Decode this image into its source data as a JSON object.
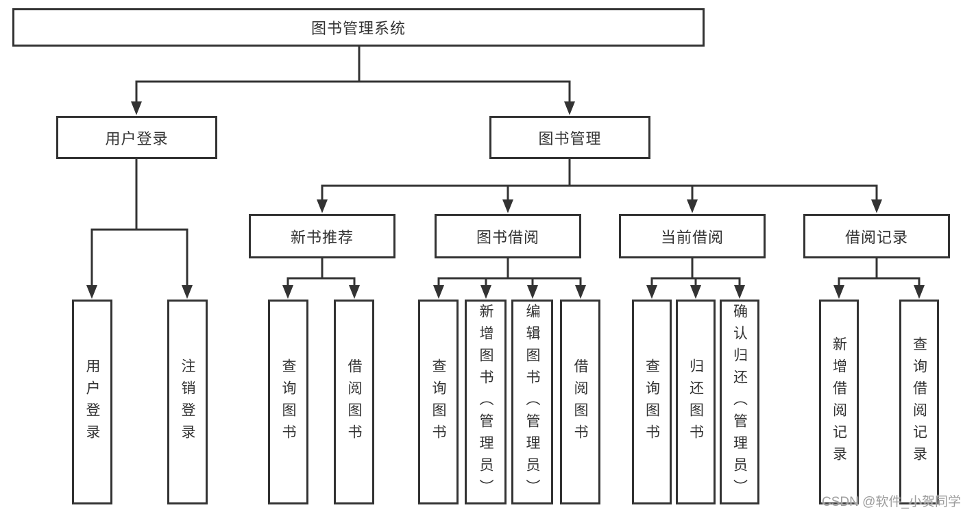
{
  "title": "图书管理系统",
  "watermark": "CSDN @软件_小贺同学",
  "colors": {
    "line": "#333333",
    "text": "#333333",
    "watermark": "#9d9d9d",
    "background": "#ffffff"
  },
  "tree": {
    "root": "图书管理系统",
    "branches": [
      {
        "label": "用户登录",
        "children": [
          "用户登录",
          "注销登录"
        ]
      },
      {
        "label": "图书管理",
        "children": [
          {
            "label": "新书推荐",
            "children": [
              "查询图书",
              "借阅图书"
            ]
          },
          {
            "label": "图书借阅",
            "children": [
              "查询图书",
              "新增图书（管理员）",
              "编辑图书（管理员）",
              "借阅图书"
            ]
          },
          {
            "label": "当前借阅",
            "children": [
              "查询图书",
              "归还图书",
              "确认归还（管理员）"
            ]
          },
          {
            "label": "借阅记录",
            "children": [
              "新增借阅记录",
              "查询借阅记录"
            ]
          }
        ]
      }
    ]
  }
}
